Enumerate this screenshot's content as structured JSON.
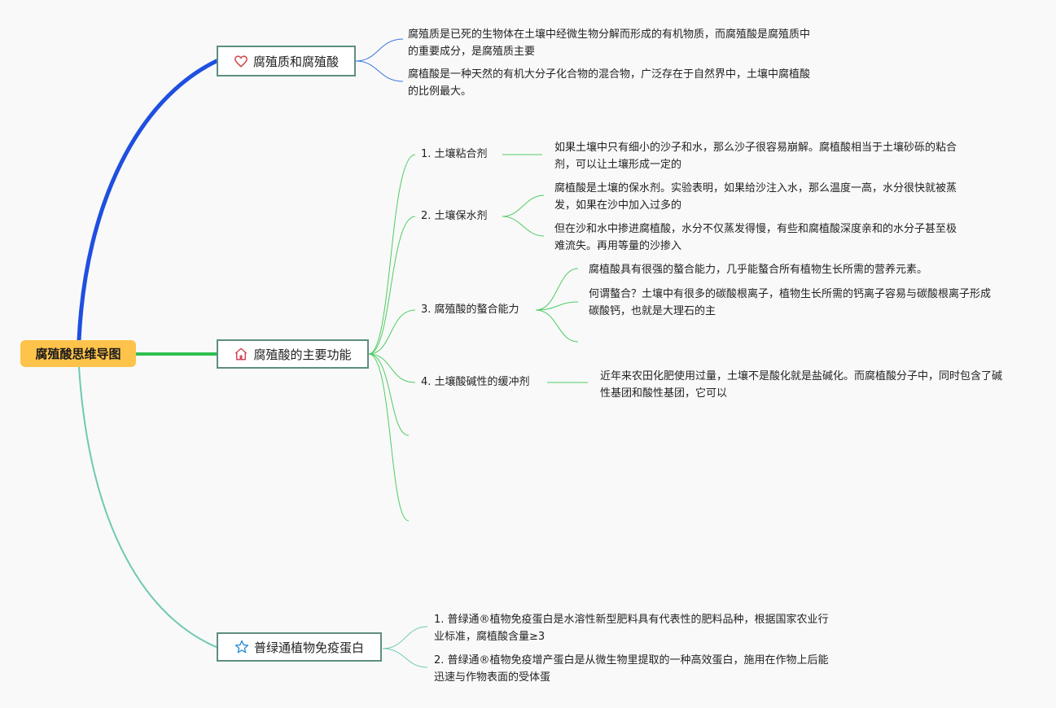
{
  "root": {
    "label": "腐殖酸思维导图"
  },
  "branches": [
    {
      "label": "腐殖质和腐殖酸",
      "icon": "heart-icon",
      "items": [
        "腐殖质是已死的生物体在土壤中经微生物分解而形成的有机物质，而腐殖酸是腐殖质中的重要成分，是腐殖质主要",
        "腐植酸是一种天然的有机大分子化合物的混合物，广泛存在于自然界中，土壤中腐植酸的比例最大。"
      ]
    },
    {
      "label": "腐殖酸的主要功能",
      "icon": "home-icon",
      "subtopics": [
        {
          "label": "1. 土壤粘合剂",
          "details": [
            "如果土壤中只有细小的沙子和水，那么沙子很容易崩解。腐植酸相当于土壤砂砾的粘合剂，可以让土壤形成一定的"
          ]
        },
        {
          "label": "2. 土壤保水剂",
          "details": [
            "腐植酸是土壤的保水剂。实验表明，如果给沙注入水，那么温度一高，水分很快就被蒸发，如果在沙中加入过多的",
            "但在沙和水中掺进腐植酸，水分不仅蒸发得慢，有些和腐植酸深度亲和的水分子甚至极难流失。再用等量的沙掺入"
          ]
        },
        {
          "label": "3. 腐殖酸的螯合能力",
          "details": [
            "腐植酸具有很强的螯合能力，几乎能螯合所有植物生长所需的营养元素。",
            "何谓螯合？土壤中有很多的碳酸根离子，植物生长所需的钙离子容易与碳酸根离子形成碳酸钙，也就是大理石的主"
          ]
        },
        {
          "label": "4. 土壤酸碱性的缓冲剂",
          "details": [
            "近年来农田化肥使用过量，土壤不是酸化就是盐碱化。而腐植酸分子中，同时包含了碱性基团和酸性基团，它可以"
          ]
        }
      ]
    },
    {
      "label": "普绿通植物免疫蛋白",
      "icon": "star-icon",
      "items": [
        "1. 普绿通®植物免疫蛋白是水溶性新型肥料具有代表性的肥料品种，根据国家农业行业标准，腐植酸含量≥3",
        "2. 普绿通®植物免疫增产蛋白是从微生物里提取的一种高效蛋白，施用在作物上后能迅速与作物表面的受体蛋"
      ]
    }
  ],
  "colors": {
    "branch1": "#1f4fe0",
    "branch2": "#2fbf4f",
    "branch3": "#6fc9b3",
    "root": "#fec34a",
    "box_border": "#5e8e82"
  }
}
